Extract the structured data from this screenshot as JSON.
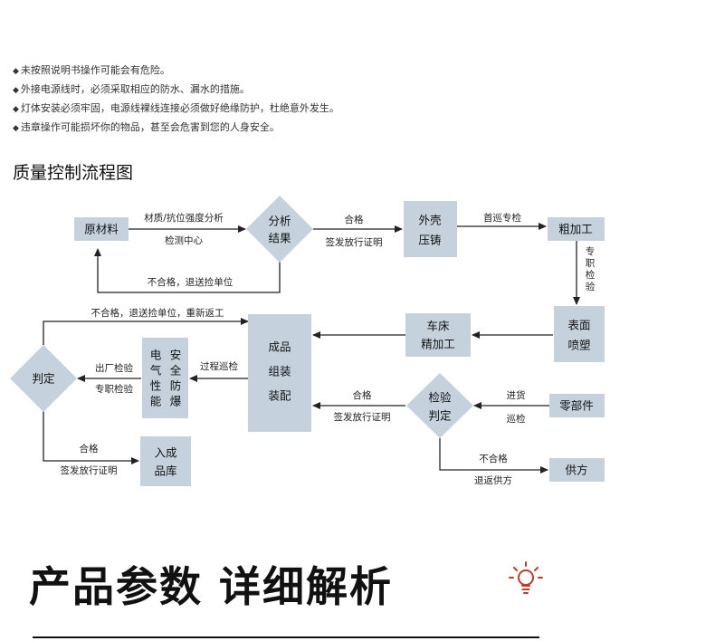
{
  "warnings": [
    "未按照说明书操作可能会有危险。",
    "外接电源线时，必须采取相应的防水、漏水的措施。",
    "灯体安装必须牢固，电源线裸线连接必须做好绝缘防护，杜绝意外发生。",
    "违章操作可能损坏你的物品，甚至会危害到您的人身安全。"
  ],
  "bullet": "◆",
  "flow_title": "质量控制流程图",
  "nodes": {
    "raw": "原材料",
    "analysis": [
      "分析",
      "结果"
    ],
    "casting": [
      "外壳",
      "压铸"
    ],
    "rough": "粗加工",
    "surface": [
      "表面",
      "喷塑"
    ],
    "lathe": [
      "车床",
      "精加工"
    ],
    "assembly": [
      "成品",
      "组装",
      "装配"
    ],
    "safety_col1": [
      "电",
      "气",
      "性",
      "能"
    ],
    "safety_col2": [
      "安",
      "全",
      "防",
      "爆"
    ],
    "judge": "判定",
    "warehouse": [
      "入成",
      "品库"
    ],
    "inspect": [
      "检验",
      "判定"
    ],
    "parts": "零部件",
    "supplier": "供方"
  },
  "labels": {
    "raw_to_analysis_top": "材质/抗位强度分析",
    "raw_to_analysis_bottom": "检测中心",
    "analysis_fail": "不合格，退送捡单位",
    "analysis_pass_top": "合格",
    "analysis_pass_bottom": "签发放行证明",
    "casting_to_rough": "首巡专检",
    "rough_to_surface": [
      "专",
      "职",
      "检",
      "验"
    ],
    "assembly_to_safety": "过程巡检",
    "safety_to_judge_top": "出厂检验",
    "safety_to_judge_bottom": "专职检验",
    "judge_fail": "不合格，退送捡单位，重新返工",
    "judge_pass_top": "合格",
    "judge_pass_bottom": "签发放行证明",
    "inspect_pass_top": "合格",
    "inspect_pass_bottom": "签发放行证明",
    "parts_to_inspect_top": "进货",
    "parts_to_inspect_bottom": "巡检",
    "inspect_fail_top": "不合格",
    "inspect_fail_bottom": "退返供方"
  },
  "params_title": "产品参数 详细解析",
  "colors": {
    "box": "#c5d2de",
    "bulb": "#c0392b"
  },
  "icons": {
    "bulb": "lightbulb-icon"
  }
}
